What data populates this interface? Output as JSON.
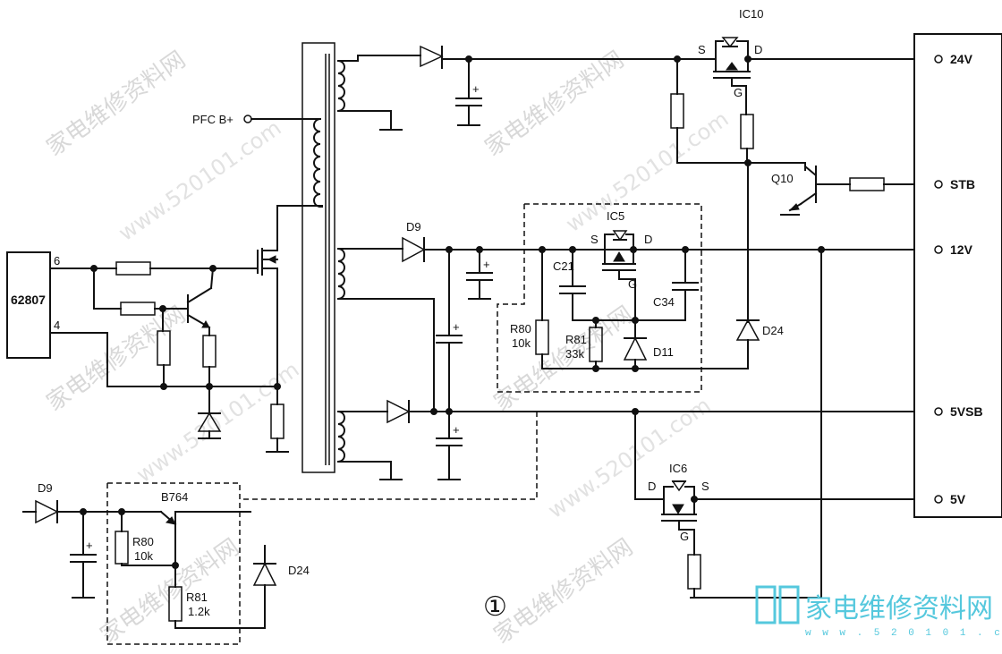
{
  "labels": {
    "ic10": "IC10",
    "ic5": "IC5",
    "ic6": "IC6",
    "chip": "62807",
    "pin6": "6",
    "pin4": "4",
    "pfc": "PFC B+",
    "q10": "Q10",
    "d9_top": "D9",
    "d9_bottom": "D9",
    "d24_main": "D24",
    "d24_bottom": "D24",
    "d11": "D11",
    "c21": "C21",
    "c34": "C34",
    "r80_main": "R80",
    "r80_main_val": "10k",
    "r81_main": "R81",
    "r81_main_val": "33k",
    "r80_bottom": "R80",
    "r80_bottom_val": "10k",
    "r81_bottom": "R81",
    "r81_bottom_val": "1.2k",
    "b764": "B764",
    "figure_number": "①",
    "s": "S",
    "d": "D",
    "g": "G"
  },
  "outputs": {
    "v24": "24V",
    "stb": "STB",
    "v12": "12V",
    "v5vsb": "5VSB",
    "v5": "5V"
  },
  "watermark": {
    "site_cn": "家电维修资料网",
    "site_url": "www.520101.com",
    "logo_url": "w w w . 5 2 0 1 0 1 . c o m"
  },
  "colors": {
    "ink": "#111111",
    "watermark": "#d8d8d8",
    "logo": "#55c8dd"
  }
}
